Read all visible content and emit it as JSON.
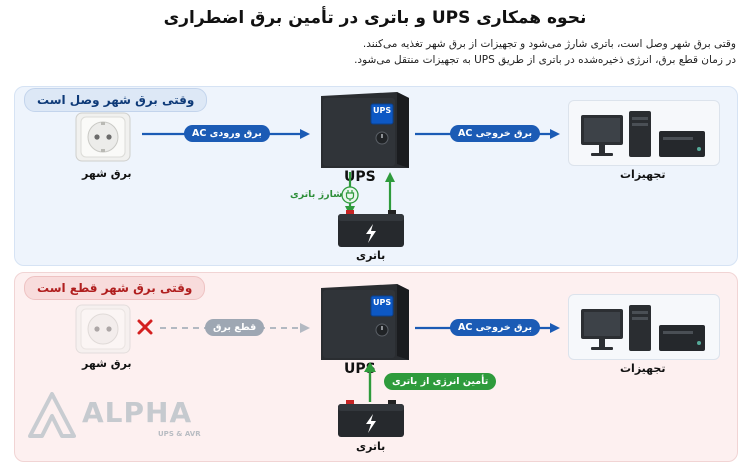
{
  "title": "نحوه همکاری UPS و باتری در تأمین برق اضطراری",
  "description_lines": [
    "وقتی برق شهر وصل است، باتری شارژ می‌شود و تجهیزات از برق شهر تغذیه می‌کنند.",
    "در زمان قطع برق، انرژی ذخیره‌شده در باتری از طریق UPS به تجهیزات منتقل می‌شود."
  ],
  "top_panel": {
    "heading": "وقتی برق شهر وصل است",
    "grid_label": "برق شهر",
    "input_arrow": "برق ورودی AC",
    "ups_label": "UPS",
    "ups_screen": "UPS",
    "output_arrow": "برق خروجی AC",
    "equipment_label": "تجهیزات",
    "charge_label": "شارژ باتری",
    "battery_label": "باتری"
  },
  "bottom_panel": {
    "heading": "وقتی برق شهر قطع است",
    "grid_label": "برق شهر",
    "cut_arrow": "قطع برق",
    "ups_label": "UPS",
    "ups_screen": "UPS",
    "output_arrow": "برق خروجی AC",
    "equipment_label": "تجهیزات",
    "supply_label": "تأمین انرژی از باتری",
    "battery_label": "باتری"
  },
  "logo": {
    "name": "ALPHA",
    "tagline": "UPS & AVR"
  },
  "colors": {
    "blue_arrow": "#1b5bb5",
    "green_arrow": "#2e9b3c",
    "red_cross": "#d42020",
    "top_panel_bg": "#eef4fc",
    "bottom_panel_bg": "#fdf0f0"
  },
  "icons": [
    "power-socket-icon",
    "ups-device-icon",
    "battery-icon",
    "computer-icon",
    "cross-icon",
    "plug-icon"
  ]
}
